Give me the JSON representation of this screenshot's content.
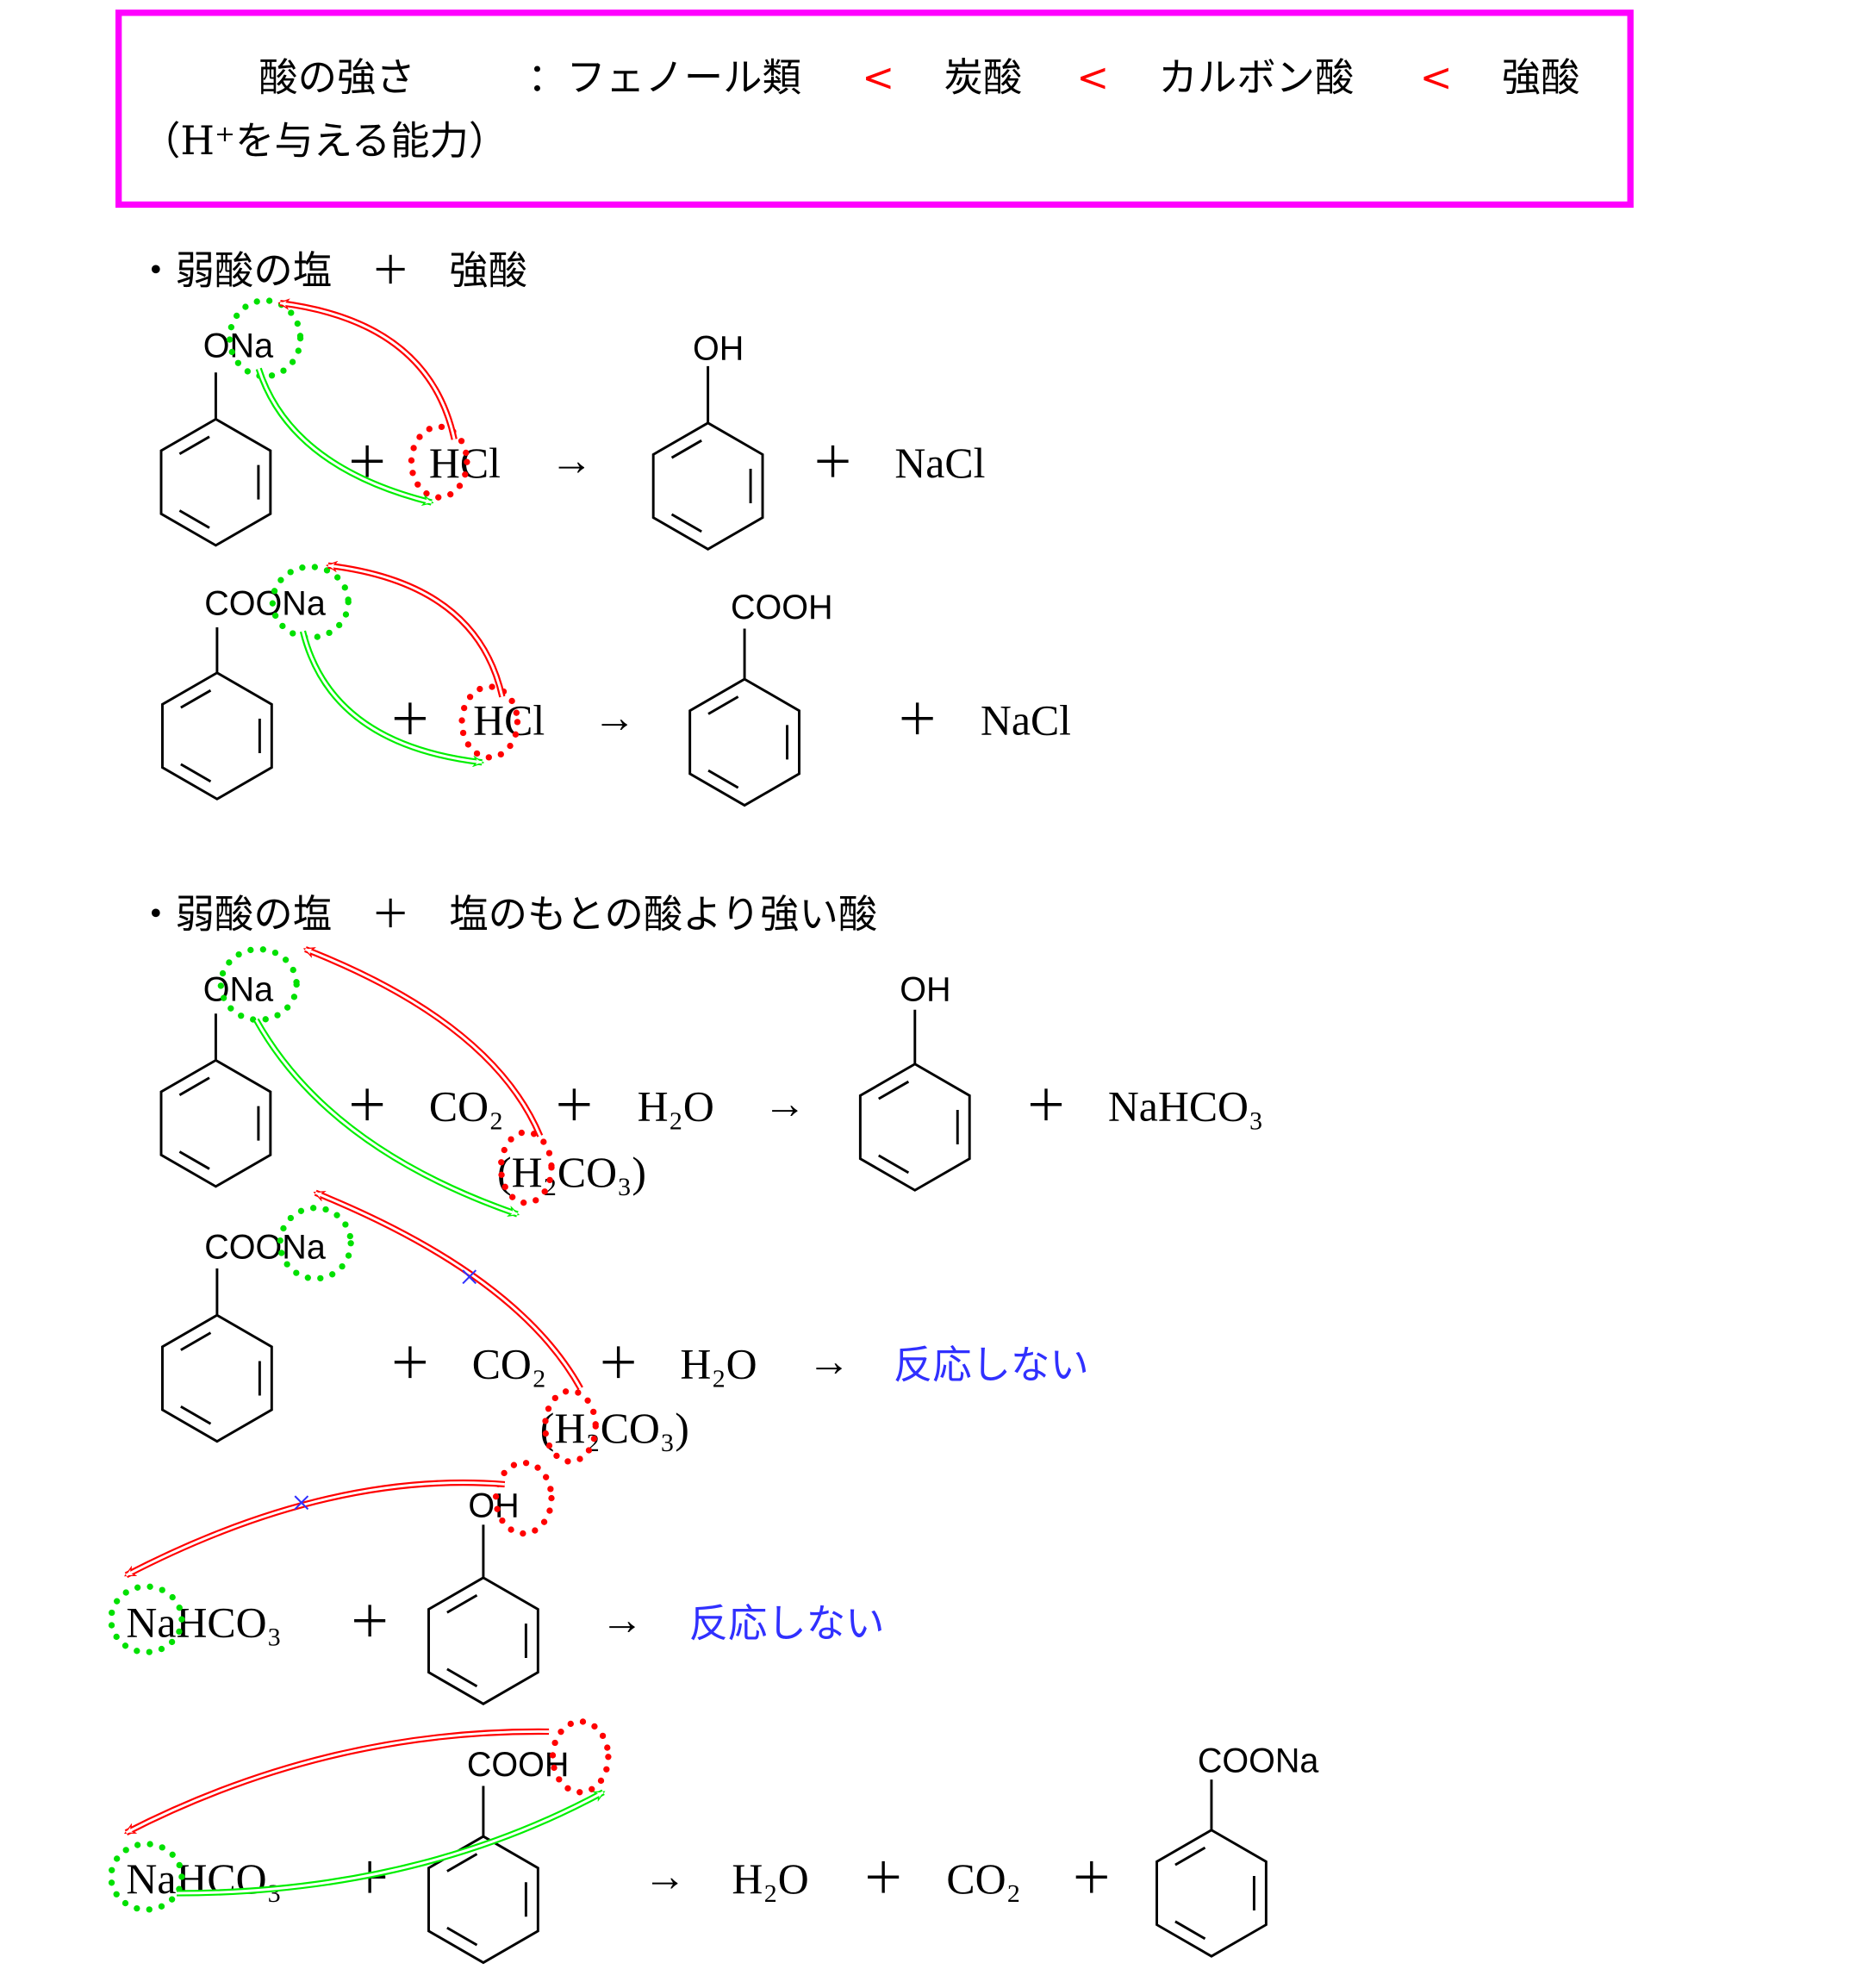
{
  "header": {
    "label": "酸の強さ",
    "sublabel": "（H⁺を与える能力）",
    "order": [
      "：フェノール類",
      "炭酸",
      "カルボン酸",
      "強酸"
    ],
    "lt": "<",
    "border_color": "#ff00ff"
  },
  "section1": {
    "title": "・弱酸の塩　＋　強酸",
    "r1": {
      "reactant": "ONa",
      "plus": "＋",
      "acid": "HCl",
      "arrow": "→",
      "product": "OH",
      "plus2": "＋",
      "salt": "NaCl"
    },
    "r2": {
      "reactant": "COONa",
      "plus": "＋",
      "acid": "HCl",
      "arrow": "→",
      "product": "COOH",
      "plus2": "＋",
      "salt": "NaCl"
    }
  },
  "section2": {
    "title": "・弱酸の塩　＋　塩のもとの酸より強い酸",
    "r3": {
      "reactant": "ONa",
      "plus": "＋",
      "co2": "CO₂",
      "plus2": "＋",
      "h2o": "H₂O",
      "h2co3": "(H₂CO₃)",
      "arrow": "→",
      "product": "OH",
      "plus3": "＋",
      "salt": "NaHCO₃"
    },
    "r4": {
      "reactant": "COONa",
      "plus": "＋",
      "co2": "CO₂",
      "plus2": "＋",
      "h2o": "H₂O",
      "h2co3": "(H₂CO₃)",
      "arrow": "→",
      "result": "反応しない",
      "cross": "×"
    },
    "r5": {
      "salt": "NaHCO₃",
      "plus": "＋",
      "acid": "OH",
      "arrow": "→",
      "result": "反応しない",
      "cross": "×"
    },
    "r6": {
      "salt": "NaHCO₃",
      "plus": "＋",
      "acid": "COOH",
      "arrow": "→",
      "h2o": "H₂O",
      "plus2": "＋",
      "co2": "CO₂",
      "plus3": "＋",
      "product": "COONa"
    }
  },
  "colors": {
    "no_reaction": "#3030ff",
    "inequality": "#ff0000",
    "proton_flow": "#ff0000",
    "cation_flow": "#00ee00"
  }
}
